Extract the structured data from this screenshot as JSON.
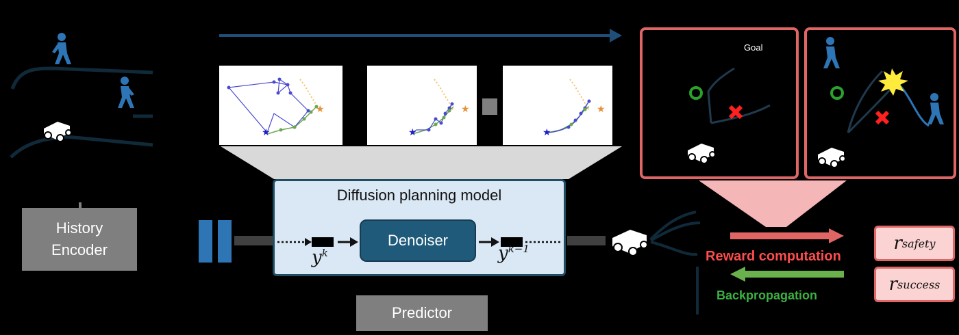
{
  "history_encoder": {
    "line1": "History",
    "line2": "Encoder"
  },
  "predictor": {
    "label": "Predictor"
  },
  "diffusion": {
    "title": "Diffusion planning model",
    "denoiser": "Denoiser",
    "y_in": "y",
    "y_in_sup": "k",
    "y_out": "y",
    "y_out_sup": "k−1"
  },
  "reward_panel": {
    "goal_label": "Goal"
  },
  "reward_computation": "Reward computation",
  "backpropagation": "Backpropagation",
  "rewards": {
    "safety": {
      "base": "r",
      "sub": "safety"
    },
    "success": {
      "base": "r",
      "sub": "success"
    }
  },
  "colors": {
    "blue_arrow": "#1f4e79",
    "pedestrian": "#2e75b6",
    "red": "#e06666",
    "green": "#3cb043",
    "star_blue": "#1f1fcc",
    "star_orange": "#e69138"
  }
}
